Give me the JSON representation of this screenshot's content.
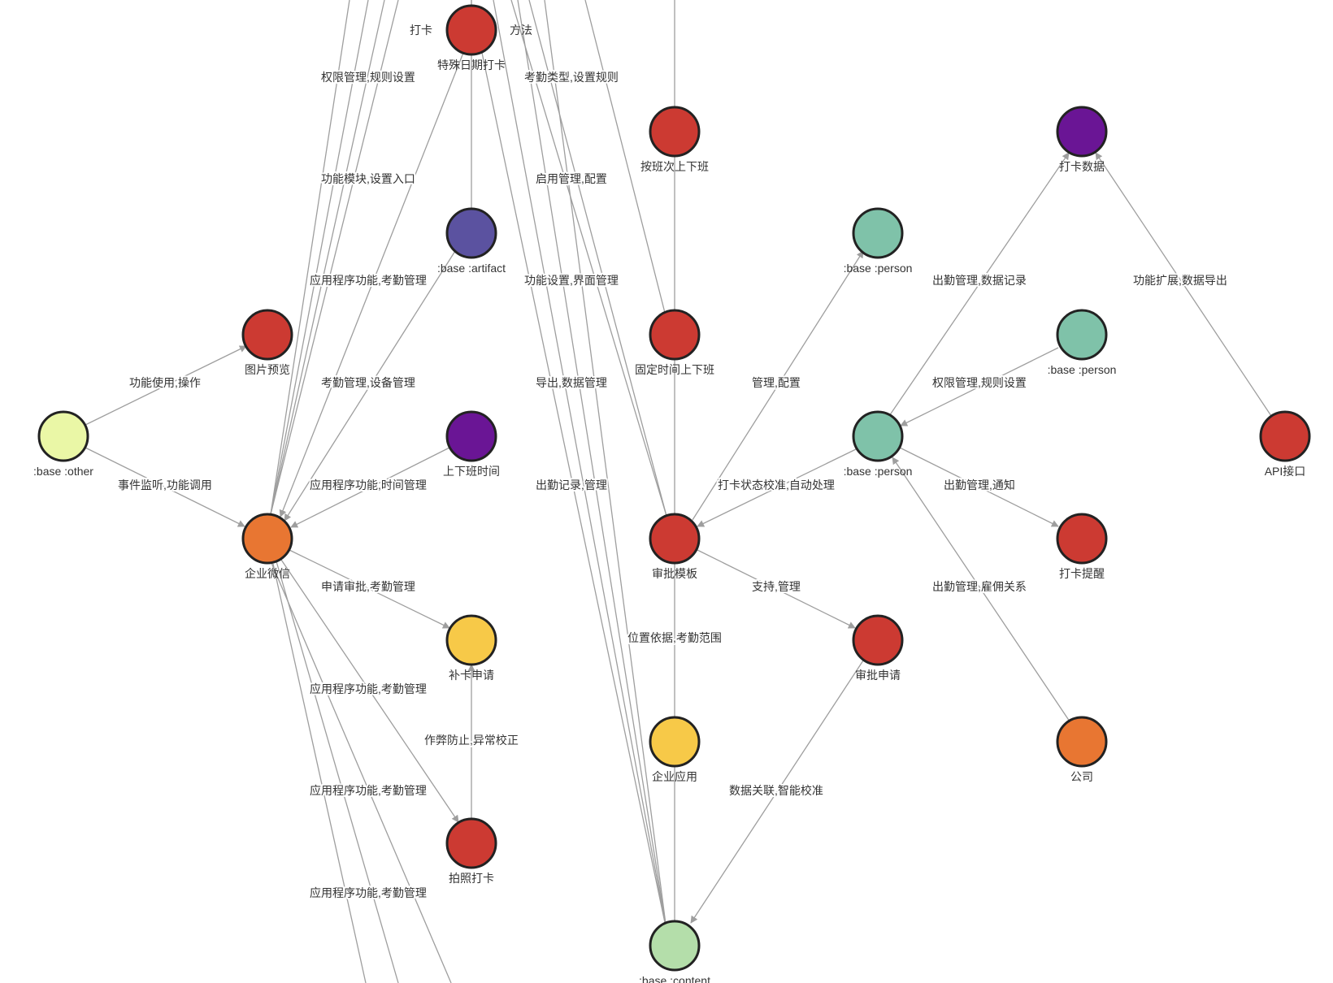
{
  "palette": {
    "red": "#cc3a32",
    "orange": "#e87632",
    "yellow": "#f7c948",
    "light_yellow": "#eaf7a6",
    "light_green": "#b4deaa",
    "teal": "#7fc2a9",
    "purple": "#6a1595",
    "indigo": "#5b52a0",
    "edge": "#9e9e9e",
    "node_stroke": "#222222"
  },
  "nodes": [
    {
      "id": "n_top_left_1",
      "label": "打卡",
      "color": "red"
    },
    {
      "id": "n_top_right_1",
      "label": "方法",
      "color": "red"
    },
    {
      "id": "n_special_day",
      "label": "特殊日期打卡",
      "color": "red"
    },
    {
      "id": "n_shift",
      "label": "按班次上下班",
      "color": "red"
    },
    {
      "id": "n_punch_data",
      "label": "打卡数据",
      "color": "purple"
    },
    {
      "id": "n_artifact",
      "label": ":base :artifact",
      "color": "indigo"
    },
    {
      "id": "n_person_a",
      "label": ":base :person",
      "color": "teal"
    },
    {
      "id": "n_image_preview",
      "label": "图片预览",
      "color": "red"
    },
    {
      "id": "n_fixed_time",
      "label": "固定时间上下班",
      "color": "red"
    },
    {
      "id": "n_person_b",
      "label": ":base :person",
      "color": "teal"
    },
    {
      "id": "n_other",
      "label": ":base :other",
      "color": "light_yellow"
    },
    {
      "id": "n_work_time",
      "label": "上下班时间",
      "color": "purple"
    },
    {
      "id": "n_person_c",
      "label": ":base :person",
      "color": "teal"
    },
    {
      "id": "n_api",
      "label": "API接口",
      "color": "red"
    },
    {
      "id": "n_wecom",
      "label": "企业微信",
      "color": "orange"
    },
    {
      "id": "n_approval_tpl",
      "label": "审批模板",
      "color": "red"
    },
    {
      "id": "n_punch_remind",
      "label": "打卡提醒",
      "color": "red"
    },
    {
      "id": "n_makeup",
      "label": "补卡申请",
      "color": "yellow"
    },
    {
      "id": "n_approval_req",
      "label": "审批申请",
      "color": "red"
    },
    {
      "id": "n_enterprise_app",
      "label": "企业应用",
      "color": "yellow"
    },
    {
      "id": "n_company",
      "label": "公司",
      "color": "orange"
    },
    {
      "id": "n_photo_punch",
      "label": "拍照打卡",
      "color": "red"
    },
    {
      "id": "n_content",
      "label": ":base :content",
      "color": "light_green"
    }
  ],
  "edges": [
    {
      "id": "e1",
      "label": "权限管理,规则设置"
    },
    {
      "id": "e2",
      "label": "考勤类型,设置规则"
    },
    {
      "id": "e3",
      "label": "功能模块,设置入口"
    },
    {
      "id": "e4",
      "label": "启用管理,配置"
    },
    {
      "id": "e5",
      "label": "应用程序功能,考勤管理"
    },
    {
      "id": "e6",
      "label": "功能设置,界面管理"
    },
    {
      "id": "e7",
      "label": "出勤管理,数据记录"
    },
    {
      "id": "e8",
      "label": "功能扩展,数据导出"
    },
    {
      "id": "e9",
      "label": "功能使用,操作"
    },
    {
      "id": "e10",
      "label": "考勤管理,设备管理"
    },
    {
      "id": "e11",
      "label": "导出,数据管理"
    },
    {
      "id": "e12",
      "label": "管理,配置"
    },
    {
      "id": "e13",
      "label": "权限管理,规则设置"
    },
    {
      "id": "e14",
      "label": "事件监听,功能调用"
    },
    {
      "id": "e15",
      "label": "应用程序功能,时间管理"
    },
    {
      "id": "e16",
      "label": "出勤记录,管理"
    },
    {
      "id": "e17",
      "label": "打卡状态校准,自动处理"
    },
    {
      "id": "e18",
      "label": "出勤管理,通知"
    },
    {
      "id": "e19",
      "label": "申请审批,考勤管理"
    },
    {
      "id": "e20",
      "label": "支持,管理"
    },
    {
      "id": "e21",
      "label": "出勤管理,雇佣关系"
    },
    {
      "id": "e22",
      "label": "位置依据,考勤范围"
    },
    {
      "id": "e23",
      "label": "应用程序功能,考勤管理"
    },
    {
      "id": "e24",
      "label": "作弊防止,异常校正"
    },
    {
      "id": "e25",
      "label": "应用程序功能,考勤管理"
    },
    {
      "id": "e26",
      "label": "数据关联,智能校准"
    },
    {
      "id": "e27",
      "label": "应用程序功能,考勤管理"
    }
  ]
}
